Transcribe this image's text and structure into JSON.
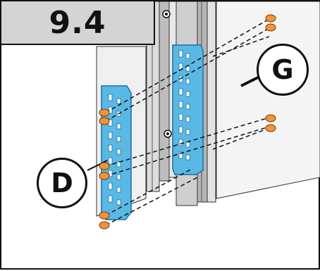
{
  "step": {
    "number": "9.4"
  },
  "callouts": {
    "left": {
      "letter": "D"
    },
    "right": {
      "letter": "G"
    }
  },
  "colors": {
    "bracket_fill": "#5ab8e4",
    "bracket_stroke": "#1d6fa5",
    "screw_head": "#f0943a",
    "screw_stroke": "#7a3e0a",
    "wall_panel": "#f2f2f2",
    "header_fill": "#d4d4d4",
    "line": "#111111"
  },
  "icons": {
    "bracket": "mounting-bracket-icon",
    "screw": "screw-icon",
    "nut": "nut-icon"
  }
}
